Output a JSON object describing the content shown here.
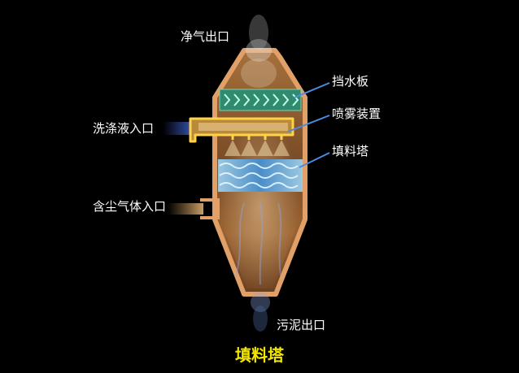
{
  "labels": {
    "clean_gas_outlet": "净气出口",
    "demister": "挡水板",
    "spray_device": "喷雾装置",
    "wash_liquid_inlet": "洗涤液入口",
    "packing": "填料塔",
    "dusty_gas_inlet": "含尘气体入口",
    "sludge_outlet": "污泥出口"
  },
  "caption": "填料塔",
  "colors": {
    "background": "#000000",
    "shell_wall": "#e0a068",
    "shell_interior": "#8a5a2e",
    "caption": "#f2e600",
    "label_text": "#ffffff",
    "pointer_line": "#4d8ae0",
    "demister_fill": "#2f8a6e",
    "packing_fill": "#6fb7e8",
    "pipe_outline": "#ffd24a"
  }
}
